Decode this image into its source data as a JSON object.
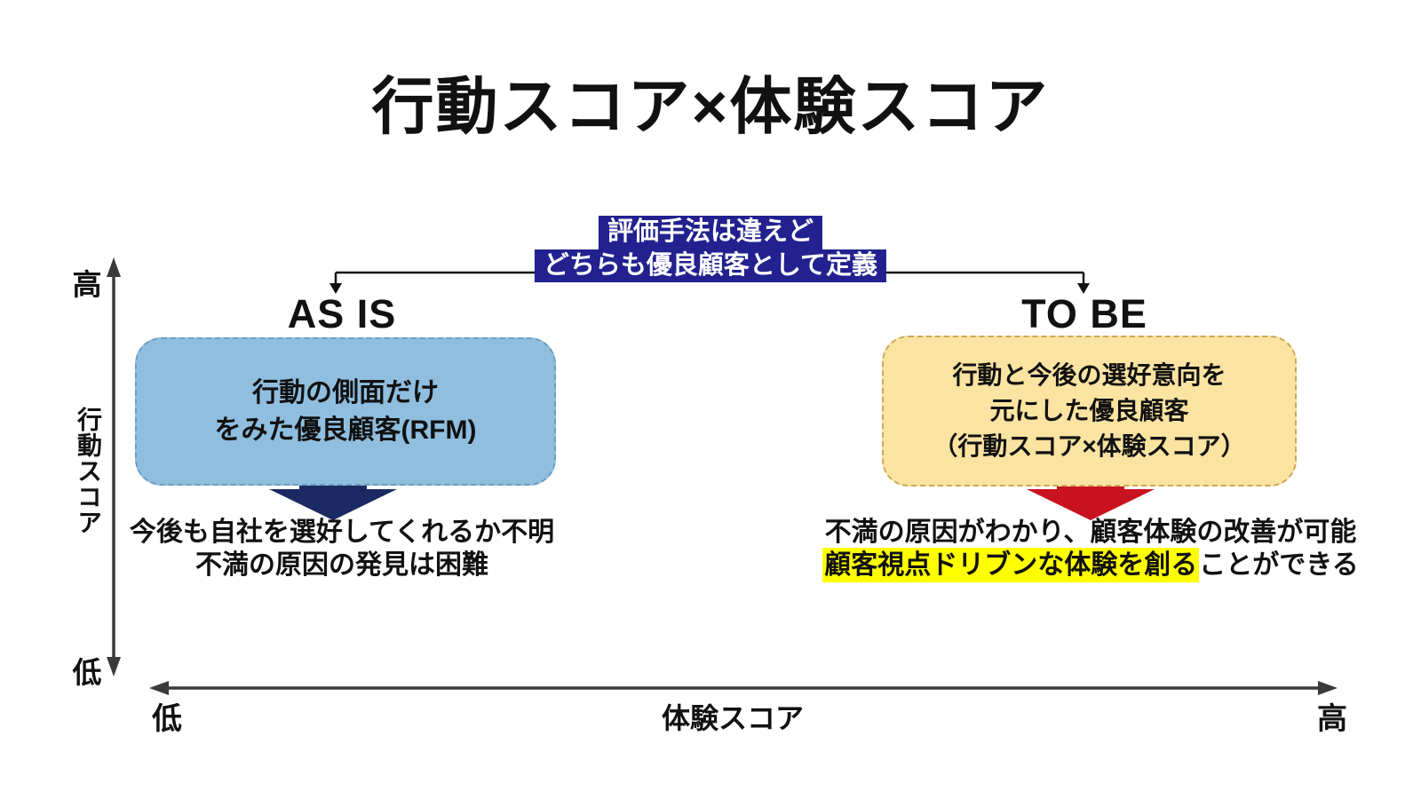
{
  "title": "行動スコア×体験スコア",
  "banner": {
    "line1": "評価手法は違えど",
    "line2": "どちらも優良顧客として定義"
  },
  "as_is": {
    "label": "AS IS",
    "box_line1": "行動の側面だけ",
    "box_line2": "をみた優良顧客(RFM)",
    "result_line1": "今後も自社を選好してくれるか不明",
    "result_line2": "不満の原因の発見は困難"
  },
  "to_be": {
    "label": "TO BE",
    "box_line1": "行動と今後の選好意向を",
    "box_line2": "元にした優良顧客",
    "box_line3": "（行動スコア×体験スコア）",
    "result_line1": "不満の原因がわかり、顧客体験の改善が可能",
    "result_line2_highlight": "顧客視点ドリブンな体験を創る",
    "result_line2_rest": "ことができる"
  },
  "y_axis": {
    "label": "行動スコア",
    "high": "高",
    "low": "低"
  },
  "x_axis": {
    "label": "体験スコア",
    "high": "高",
    "low": "低"
  },
  "colors": {
    "banner_bg": "#22218F",
    "banner_text": "#FFFFFF",
    "asis_box_bg": "#8FBEDF",
    "asis_box_border": "#6D9CBE",
    "tobe_box_bg": "#FBE3A1",
    "tobe_box_border": "#C9A957",
    "navy_arrow": "#1B2A63",
    "red_arrow": "#C9121F",
    "highlight": "#FFFF00",
    "axis": "#3A3A3A",
    "connector": "#111111",
    "text": "#111111"
  }
}
